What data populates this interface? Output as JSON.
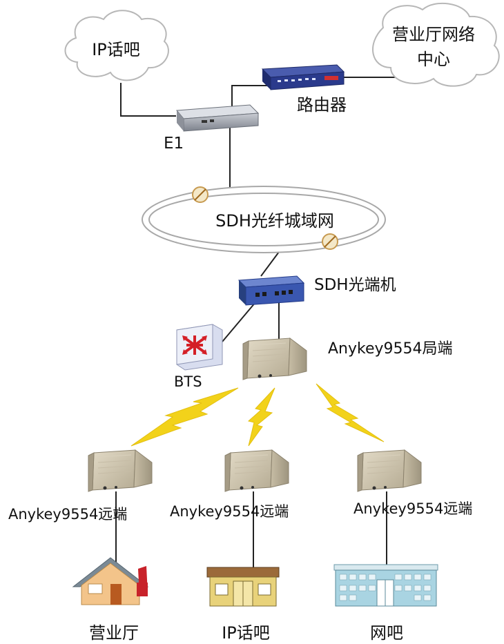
{
  "labels": {
    "cloud_ip_bar": "IP话吧",
    "cloud_center_line1": "营业厅网络",
    "cloud_center_line2": "中心",
    "router": "路由器",
    "e1": "E1",
    "sdh_ring": "SDH光纤城域网",
    "sdh_terminal": "SDH光端机",
    "bts": "BTS",
    "local_end": "Anykey9554局端",
    "remote_end_1": "Anykey9554远端",
    "remote_end_2": "Anykey9554远端",
    "remote_end_3": "Anykey9554远端",
    "site_hall": "营业厅",
    "site_ip_bar": "IP话吧",
    "site_netbar": "网吧"
  },
  "colors": {
    "lightning": "#f2d21a",
    "device_beige": "#cfc5ad",
    "router_blue": "#2a3a8c",
    "switch_blue": "#3a57b0",
    "house_roof": "#7b8a95",
    "house_wall": "#f3c48a",
    "shop_wall": "#e8d27a",
    "building_blue": "#a9d4e2"
  },
  "icons": {
    "router": "router-icon",
    "e1_mux": "e1-device-icon",
    "sdh_terminal": "sdh-terminal-icon",
    "bts": "bts-icon",
    "local_end": "antenna-panel-icon",
    "remote_end": "antenna-panel-icon",
    "hall": "house-icon",
    "ip_bar": "shop-icon",
    "netbar": "building-icon"
  }
}
